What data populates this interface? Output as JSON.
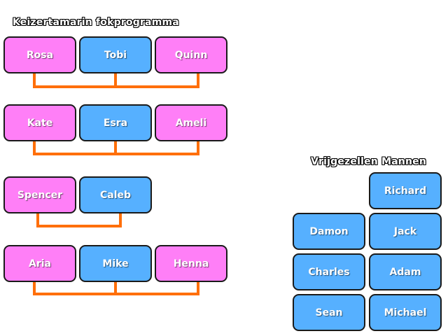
{
  "program": {
    "title": "Keizertamarin fokprogramma",
    "groups": [
      {
        "members": [
          {
            "name": "Rosa",
            "sex": "female"
          },
          {
            "name": "Tobi",
            "sex": "male"
          },
          {
            "name": "Quinn",
            "sex": "female"
          }
        ]
      },
      {
        "members": [
          {
            "name": "Kate",
            "sex": "female"
          },
          {
            "name": "Esra",
            "sex": "male"
          },
          {
            "name": "Ameli",
            "sex": "female"
          }
        ]
      },
      {
        "members": [
          {
            "name": "Spencer",
            "sex": "female"
          },
          {
            "name": "Caleb",
            "sex": "male"
          }
        ]
      },
      {
        "members": [
          {
            "name": "Aria",
            "sex": "female"
          },
          {
            "name": "Mike",
            "sex": "male"
          },
          {
            "name": "Henna",
            "sex": "female"
          }
        ]
      }
    ]
  },
  "bachelors": {
    "title": "Vrijgezellen Mannen",
    "items": [
      "Richard",
      "Damon",
      "Jack",
      "Charles",
      "Adam",
      "Sean",
      "Michael"
    ]
  },
  "colors": {
    "female": "#ff7ff7",
    "male": "#56b0ff",
    "connector": "#ff6f0a"
  }
}
